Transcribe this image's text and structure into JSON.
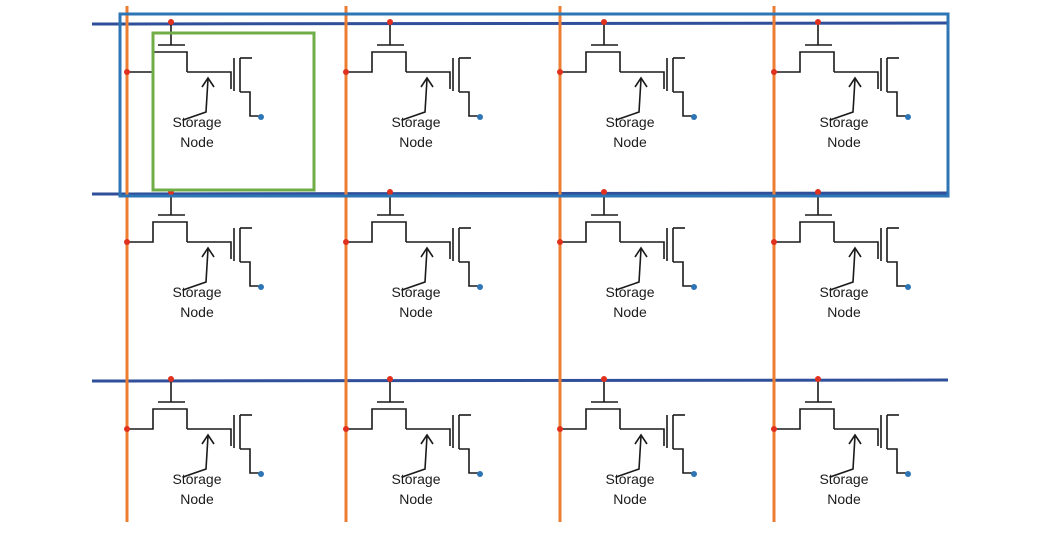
{
  "diagram": {
    "colors": {
      "bitline": "#ED7D31",
      "wordline": "#2F4F9A",
      "wire": "#1a1a1a",
      "bitline_contact": "#E0301E",
      "drain_contact": "#2E75B6",
      "row_highlight": "#2E75B6",
      "cell_highlight": "#70AD47"
    },
    "cell_label": [
      "Storage",
      "Node"
    ],
    "rows": 3,
    "columns": 4,
    "highlight": {
      "row": 0,
      "cell": {
        "row": 0,
        "column": 0
      }
    }
  }
}
